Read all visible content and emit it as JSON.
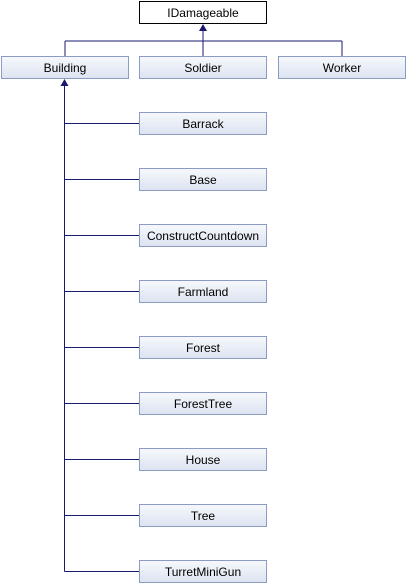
{
  "diagram": {
    "root": {
      "label": "IDamageable"
    },
    "level1": [
      {
        "key": "building",
        "label": "Building"
      },
      {
        "key": "soldier",
        "label": "Soldier"
      },
      {
        "key": "worker",
        "label": "Worker"
      }
    ],
    "building_children": [
      {
        "key": "barrack",
        "label": "Barrack"
      },
      {
        "key": "base",
        "label": "Base"
      },
      {
        "key": "construct-countdown",
        "label": "ConstructCountdown"
      },
      {
        "key": "farmland",
        "label": "Farmland"
      },
      {
        "key": "forest",
        "label": "Forest"
      },
      {
        "key": "forest-tree",
        "label": "ForestTree"
      },
      {
        "key": "house",
        "label": "House"
      },
      {
        "key": "tree",
        "label": "Tree"
      },
      {
        "key": "turret-mini-gun",
        "label": "TurretMiniGun"
      }
    ],
    "colors": {
      "edge": "#191970",
      "node_border": "#8a9cc2",
      "node_fill_top": "#f6f8fc",
      "node_fill_bottom": "#dde4f1",
      "root_border": "#000000"
    }
  }
}
